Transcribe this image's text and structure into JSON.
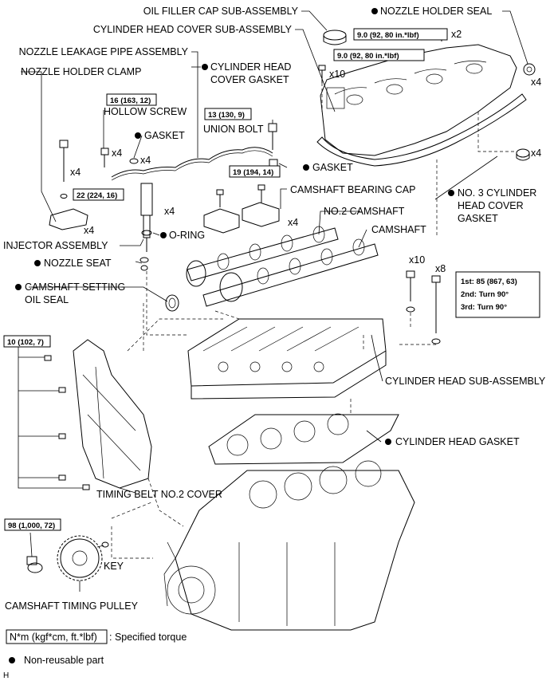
{
  "labels": {
    "oil_filler_cap": "OIL FILLER CAP SUB-ASSEMBLY",
    "nozzle_holder_seal": "NOZZLE HOLDER SEAL",
    "cylinder_head_cover": "CYLINDER HEAD COVER SUB-ASSEMBLY",
    "nozzle_leakage_pipe": "NOZZLE LEAKAGE PIPE ASSEMBLY",
    "cyl_head_cover_gasket_1": "CYLINDER HEAD",
    "cyl_head_cover_gasket_2": "COVER GASKET",
    "nozzle_holder_clamp": "NOZZLE HOLDER CLAMP",
    "hollow_screw": "HOLLOW SCREW",
    "gasket_1": "GASKET",
    "union_bolt": "UNION BOLT",
    "gasket_2": "GASKET",
    "camshaft_bearing_cap": "CAMSHAFT BEARING CAP",
    "no3_gasket_1": "NO. 3 CYLINDER",
    "no3_gasket_2": "HEAD COVER",
    "no3_gasket_3": "GASKET",
    "no2_camshaft": "NO.2 CAMSHAFT",
    "camshaft": "CAMSHAFT",
    "injector": "INJECTOR ASSEMBLY",
    "o_ring": "O-RING",
    "nozzle_seat": "NOZZLE SEAT",
    "camshaft_oil_seal_1": "CAMSHAFT SETTING",
    "camshaft_oil_seal_2": "OIL SEAL",
    "cylinder_head": "CYLINDER HEAD SUB-ASSEMBLY",
    "cylinder_head_gasket": "CYLINDER HEAD GASKET",
    "timing_belt_cover": "TIMING BELT NO.2 COVER",
    "key": "KEY",
    "camshaft_timing_pulley": "CAMSHAFT TIMING PULLEY"
  },
  "quantities": {
    "x2": "x2",
    "x10_cover": "x10",
    "x4_seal": "x4",
    "x4_no3": "x4",
    "x4_clamp": "x4",
    "x4_screw": "x4",
    "x4_gasket": "x4",
    "x4_injector": "x4",
    "x4_clampbase": "x4",
    "x4_cap": "x4",
    "x10_head": "x10",
    "x8_head": "x8"
  },
  "torques": {
    "t_cover_1": "9.0 (92, 80 in.*lbf)",
    "t_cover_2": "9.0 (92, 80 in.*lbf)",
    "t_hollow": "16 (163, 12)",
    "t_union": "13 (130, 9)",
    "t_cap": "19 (194, 14)",
    "t_clamp": "22 (224, 16)",
    "t_timing_cover": "10 (102, 7)",
    "t_pulley": "98 (1,000, 72)",
    "head_bolt_steps": [
      "1st: 85 (867, 63)",
      "2nd: Turn 90°",
      "3rd: Turn 90°"
    ]
  },
  "legend": {
    "torque_unit": "N*m (kgf*cm, ft.*lbf)",
    "torque_desc": ": Specified torque",
    "non_reusable": "Non-reusable part",
    "figure_code": "H"
  }
}
